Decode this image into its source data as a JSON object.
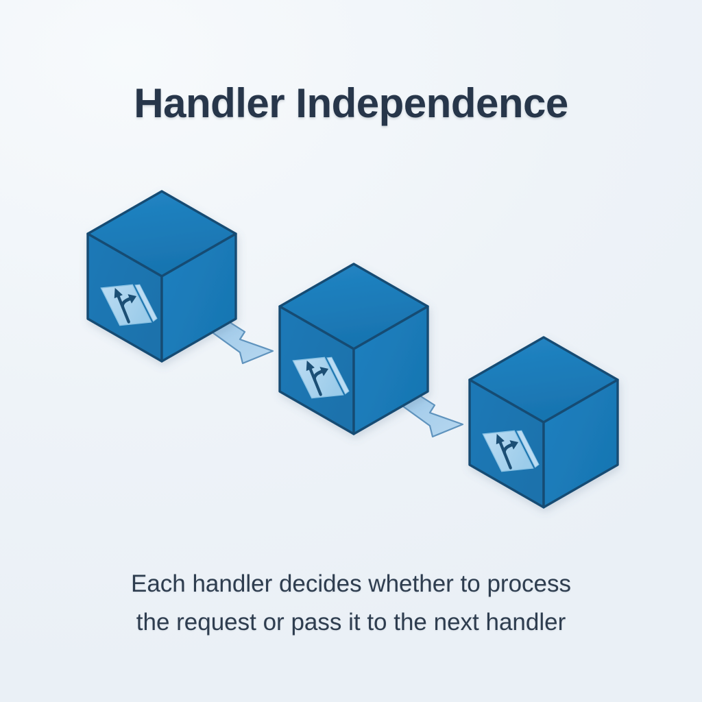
{
  "slide": {
    "title": "Handler Independence",
    "caption_lines": [
      "Each handler decides whether to process",
      "the request or pass it to the next handler"
    ],
    "background_color": "#eef3f8",
    "title_color": "#27364a",
    "caption_color": "#2e3d4f"
  },
  "diagram": {
    "type": "isometric-cube-chain",
    "description": "Three identical isometric blue cubes arranged in a descending diagonal, connected left-to-right by two light blue arrows.",
    "colors": {
      "cube_top_face": "#1b7ebe",
      "cube_left_face": "#1a77b4",
      "cube_right_face": "#1b7cba",
      "cube_edge": "#124c73",
      "badge_fill": "#a9d4ee",
      "badge_edge": "#8cc3e4",
      "badge_glyph": "#1b4f75",
      "arrow_fill": "#a7cfec",
      "arrow_edge": "#5f93bd",
      "arrow_glow": "#cfe6f7"
    },
    "nodes": [
      {
        "id": "handler-1",
        "icon": "branch-arrow-badge-icon",
        "position": "left-top"
      },
      {
        "id": "handler-2",
        "icon": "branch-arrow-badge-icon",
        "position": "center-middle"
      },
      {
        "id": "handler-3",
        "icon": "branch-arrow-badge-icon",
        "position": "right-bottom"
      }
    ],
    "connectors": [
      {
        "id": "arrow-1-to-2",
        "from": "handler-1",
        "to": "handler-2",
        "direction": "down-right"
      },
      {
        "id": "arrow-2-to-3",
        "from": "handler-2",
        "to": "handler-3",
        "direction": "down-right"
      }
    ]
  }
}
